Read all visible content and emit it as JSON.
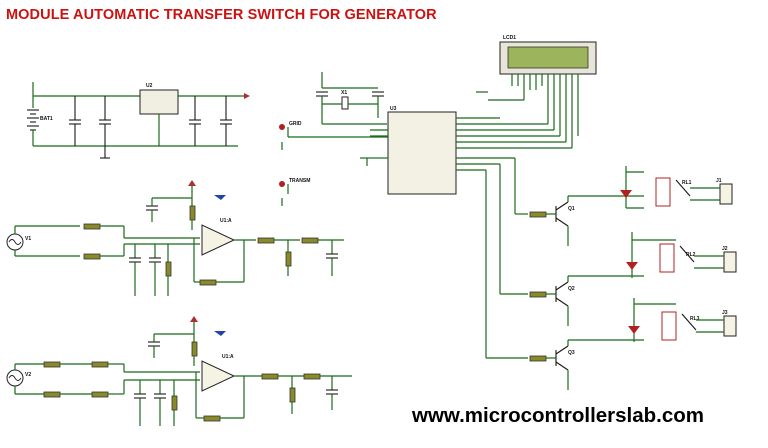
{
  "title": "MODULE AUTOMATIC TRANSFER SWITCH FOR GENERATOR",
  "website": "www.microcontrollerslab.com",
  "labels": {
    "lcd": "LCD1",
    "mcu": "U3",
    "reg": "U2",
    "battery": "BAT1",
    "opamp1": "U1:A",
    "opamp2": "U1:A",
    "src1": "V1",
    "src2": "V2",
    "grid_label": "GRID",
    "gen_label": "TRANSM",
    "crystal": "X1",
    "q1": "Q1",
    "q2": "Q2",
    "q3": "Q3",
    "rl1": "RL1",
    "rl2": "RL2",
    "rl3": "RL3",
    "j1": "J1",
    "j2": "J2",
    "j3": "J3"
  },
  "colors": {
    "title": "#cc1111",
    "wire": "#1a6b1a",
    "component": "#1a1a1a",
    "lcd_screen": "#9cb45c",
    "url": "#000000"
  }
}
